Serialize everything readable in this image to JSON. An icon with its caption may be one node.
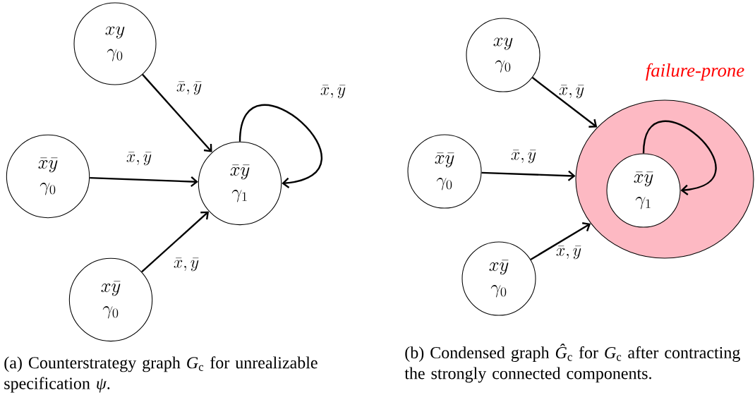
{
  "diagram": {
    "nodes": [
      {
        "text": [
          "xy",
          "\\gamma_0"
        ]
      },
      {
        "text": [
          "\\bar{x}\\bar{y}",
          "\\gamma_0"
        ]
      },
      {
        "text": [
          "\\bar{x}\\bar{y}",
          "\\gamma_1"
        ]
      },
      {
        "text": [
          "x\\bar{y}",
          "\\gamma_0"
        ]
      },
      {
        "text": [
          "xy",
          "\\gamma_0"
        ]
      },
      {
        "text": [
          "\\bar{x}\\bar{y}",
          "\\gamma_0"
        ]
      },
      {
        "text": [
          "failure-prone"
        ]
      },
      {
        "text": [
          "\\bar{x}\\bar{y}",
          "\\gamma_1"
        ],
        "in": 6
      },
      {
        "text": [
          "x\\bar{y}",
          "\\gamma_0"
        ]
      }
    ],
    "edges": [
      {
        "from": 0,
        "to": 2,
        "arrow": "to",
        "label": "\\bar{x}, \\bar{y}"
      },
      {
        "from": 1,
        "to": 2,
        "arrow": "to",
        "label": "\\bar{x}, \\bar{y}"
      },
      {
        "from": 2,
        "to": 2,
        "arrow": "to",
        "label": "\\bar{x}, \\bar{y}"
      },
      {
        "from": 3,
        "to": 2,
        "arrow": "to",
        "label": "\\bar{x}, \\bar{y}"
      },
      {
        "from": 4,
        "to": 6,
        "arrow": "to",
        "label": "\\bar{x}, \\bar{y}"
      },
      {
        "from": 5,
        "to": 6,
        "arrow": "to",
        "label": "\\bar{x}, \\bar{y}"
      },
      {
        "from": 7,
        "to": 7,
        "arrow": "to"
      },
      {
        "from": 8,
        "to": 6,
        "arrow": "to",
        "label": "\\bar{x}, \\bar{y}"
      }
    ],
    "labels": [
      "(a) Counterstrategy graph *G*$_{c}$ for unrealizable specification *ψ*.",
      "(b) Condensed graph *Ĝ*$_{c}$ for *G*$_{c}$ after contracting the strongly connected components."
    ]
  }
}
